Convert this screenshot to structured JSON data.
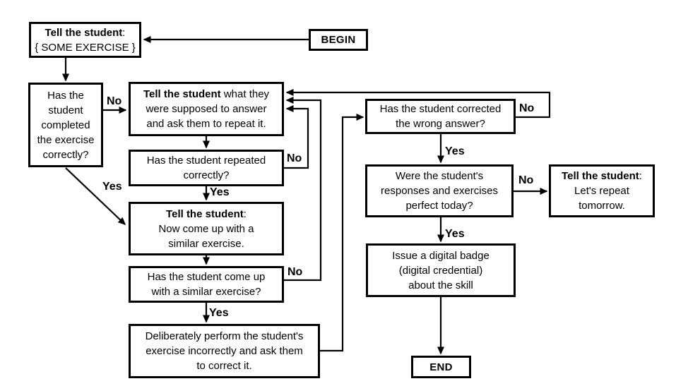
{
  "diagram": {
    "edge_labels": {
      "yes": "Yes",
      "no": "No"
    },
    "nodes": {
      "begin": {
        "label": "BEGIN"
      },
      "tell_exercise": {
        "bold": "Tell the student",
        "rest": ":",
        "lines": [
          "{ SOME EXERCISE }"
        ]
      },
      "completed": {
        "lines": [
          "Has the",
          "student",
          "completed",
          "the exercise",
          "correctly?"
        ]
      },
      "tell_what": {
        "bold": "Tell the student",
        "rest": " what they",
        "lines": [
          "were supposed to answer",
          "and ask them to repeat it."
        ]
      },
      "repeated": {
        "lines": [
          "Has the student repeated",
          "correctly?"
        ]
      },
      "now_come_up": {
        "bold": "Tell the student",
        "rest": ":",
        "lines": [
          "Now come up with a",
          "similar exercise."
        ]
      },
      "similar": {
        "lines": [
          "Has the student come up",
          "with a similar exercise?"
        ]
      },
      "deliberately": {
        "lines": [
          "Deliberately perform the student's",
          "exercise incorrectly and ask them",
          "to correct it."
        ]
      },
      "corrected": {
        "lines": [
          "Has the student corrected",
          "the wrong answer?"
        ]
      },
      "were_perfect": {
        "lines": [
          "Were the student's",
          "responses and exercises",
          "perfect today?"
        ]
      },
      "lets_repeat": {
        "bold": "Tell the student",
        "rest": ":",
        "lines": [
          "Let's repeat",
          "tomorrow."
        ]
      },
      "issue_badge": {
        "lines": [
          "Issue a digital badge",
          "(digital credential)",
          "about the skill"
        ]
      },
      "end": {
        "label": "END"
      }
    }
  }
}
